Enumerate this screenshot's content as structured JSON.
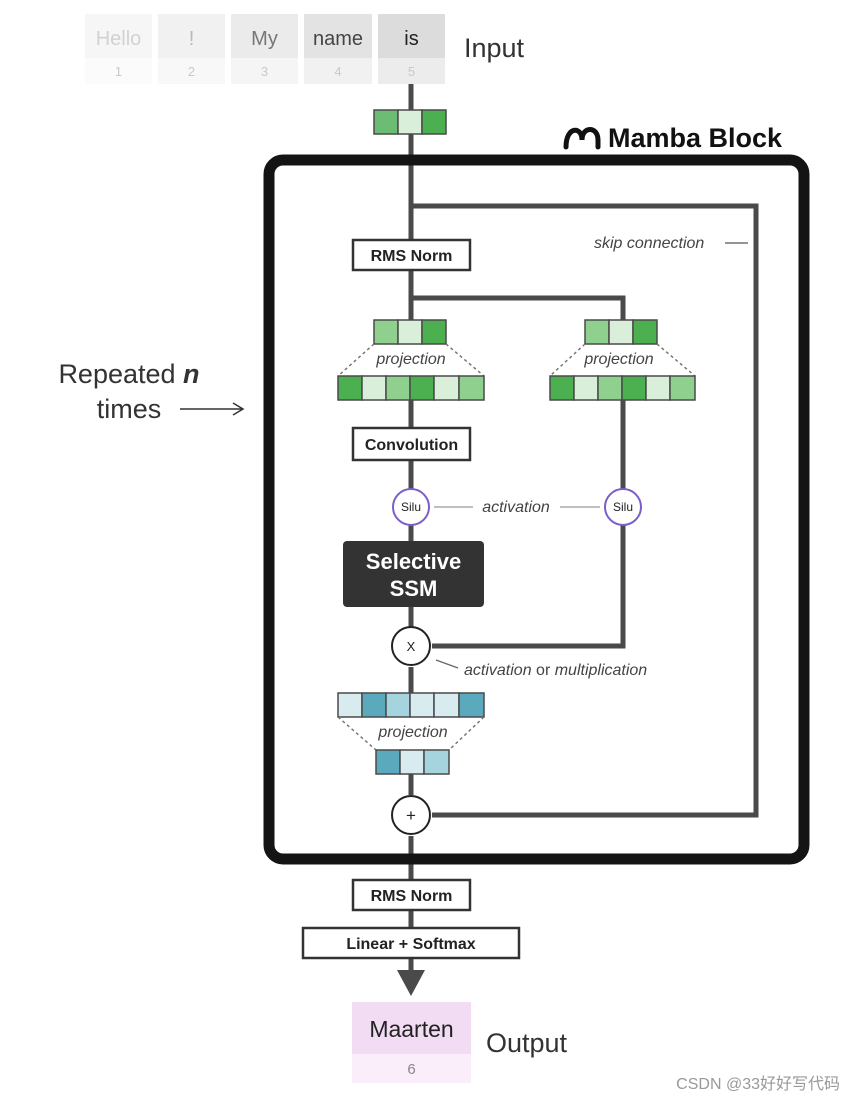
{
  "input": {
    "label": "Input",
    "tokens": [
      {
        "text": "Hello",
        "index": "1"
      },
      {
        "text": "!",
        "index": "2"
      },
      {
        "text": "My",
        "index": "3"
      },
      {
        "text": "name",
        "index": "4"
      },
      {
        "text": "is",
        "index": "5"
      }
    ]
  },
  "block": {
    "title": "Mamba Block",
    "skip_label": "skip connection",
    "rms_norm_label": "RMS Norm",
    "projection_label": "projection",
    "convolution_label": "Convolution",
    "silu_label": "Silu",
    "activation_label": "activation",
    "ssm_line1": "Selective",
    "ssm_line2": "SSM",
    "multiply_symbol": "X",
    "mult_caption_1": "activation",
    "mult_caption_2": " or ",
    "mult_caption_3": "multiplication",
    "add_symbol": "+"
  },
  "repeat": {
    "line1": "Repeated ",
    "n": "n",
    "line2": "times"
  },
  "layers": {
    "rms_norm_label": "RMS Norm",
    "linear_softmax_label": "Linear + Softmax"
  },
  "output": {
    "label": "Output",
    "token": {
      "text": "Maarten",
      "index": "6"
    }
  },
  "colors": {
    "green_dark": "#4caf50",
    "green_mid": "#8fd08f",
    "green_light": "#d9efd9",
    "teal_dark": "#5aa9bd",
    "teal_mid": "#a6d4de",
    "teal_light": "#d8ecf0",
    "silu_ring": "#7b5ec9",
    "ssm_fill": "#333333",
    "output_token": "#f1dcf3"
  },
  "watermark": "CSDN @33好好写代码"
}
